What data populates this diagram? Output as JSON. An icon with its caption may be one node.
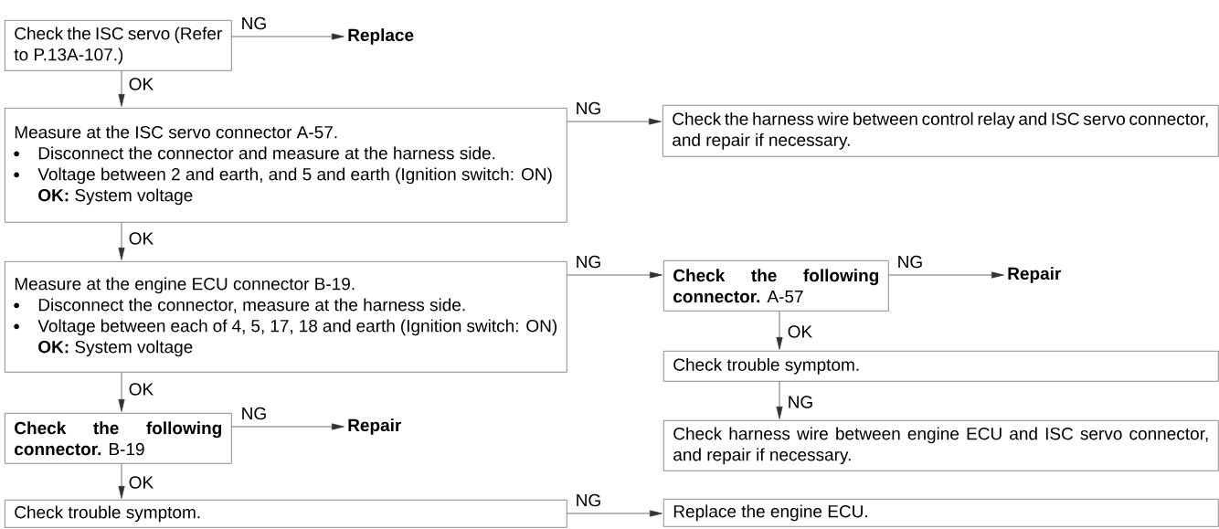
{
  "diagram": {
    "nodes": [
      {
        "text": [
          "Check the ISC servo (Refer to P.13A-107.)"
        ]
      },
      {
        "text": [
          "Replace"
        ]
      },
      {
        "text": [
          "Measure at the ISC servo connector A-57.",
          "Disconnect the connector and measure at the harness side.",
          "Voltage between 2 and earth, and 5 and earth (Ignition switch: ON)",
          "**OK:** System voltage"
        ]
      },
      {
        "text": [
          "Check the harness wire between control relay and ISC servo connector, and repair if necessary."
        ]
      },
      {
        "text": [
          "Measure at the engine ECU connector B-19.",
          "Disconnect the connector, measure at the harness side.",
          "Voltage between each of 4, 5, 17, 18 and earth (Ignition switch: ON)",
          "**OK:** System voltage"
        ]
      },
      {
        "text": [
          "**Check the following connector.** B-19"
        ]
      },
      {
        "text": [
          "Repair"
        ]
      },
      {
        "text": [
          "Check trouble symptom."
        ]
      },
      {
        "text": [
          "**Check the following connector.** A-57"
        ]
      },
      {
        "text": [
          "Repair"
        ]
      },
      {
        "text": [
          "Check trouble symptom."
        ]
      },
      {
        "text": [
          "Check harness wire between engine ECU and ISC servo connector, and repair if necessary."
        ]
      },
      {
        "text": [
          "Replace the engine ECU."
        ]
      }
    ],
    "edges": [
      {
        "from": 0,
        "to": 1,
        "arrow": "to",
        "label": "NG"
      },
      {
        "from": 0,
        "to": 2,
        "arrow": "to",
        "label": "OK"
      },
      {
        "from": 2,
        "to": 3,
        "arrow": "to",
        "label": "NG"
      },
      {
        "from": 2,
        "to": 4,
        "arrow": "to",
        "label": "OK"
      },
      {
        "from": 4,
        "to": 8,
        "arrow": "to",
        "label": "NG"
      },
      {
        "from": 4,
        "to": 5,
        "arrow": "to",
        "label": "OK"
      },
      {
        "from": 5,
        "to": 6,
        "arrow": "to",
        "label": "NG"
      },
      {
        "from": 5,
        "to": 7,
        "arrow": "to",
        "label": "OK"
      },
      {
        "from": 8,
        "to": 9,
        "arrow": "to",
        "label": "NG"
      },
      {
        "from": 8,
        "to": 10,
        "arrow": "to",
        "label": "OK"
      },
      {
        "from": 10,
        "to": 11,
        "arrow": "to",
        "label": "NG"
      },
      {
        "from": 7,
        "to": 12,
        "arrow": "to",
        "label": "NG"
      }
    ]
  }
}
